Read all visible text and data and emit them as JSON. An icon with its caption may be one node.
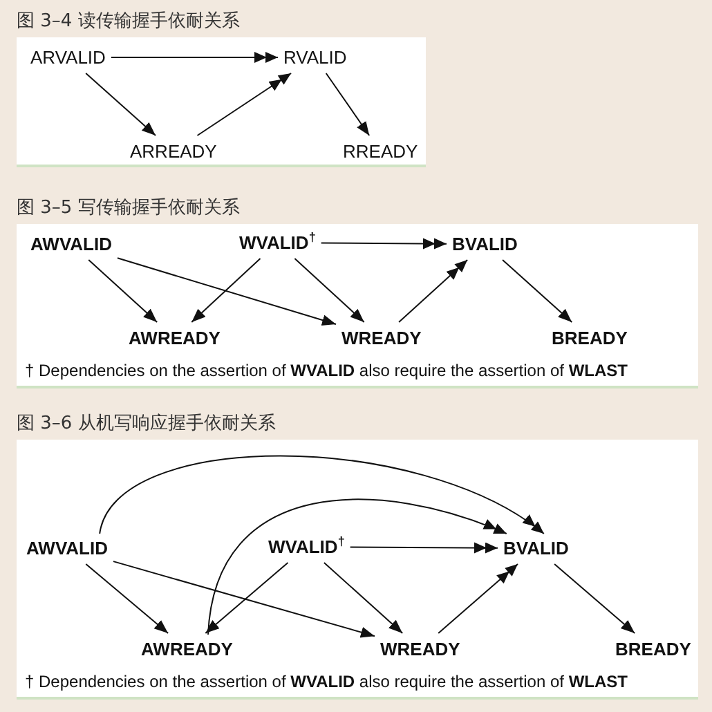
{
  "diagram": {
    "nodes": [
      {
        "text": [
          "图 3–4 读传输握手依耐关系"
        ]
      },
      {
        "text": [
          "ARVALID"
        ],
        "in": 0
      },
      {
        "text": [
          "RVALID"
        ],
        "in": 0
      },
      {
        "text": [
          "ARREADY"
        ],
        "in": 0
      },
      {
        "text": [
          "RREADY"
        ],
        "in": 0
      },
      {
        "text": [
          "图 3–5 写传输握手依耐关系",
          "† Dependencies on the assertion of **WVALID** also require the assertion of **WLAST**"
        ]
      },
      {
        "text": [
          "AWVALID"
        ],
        "in": 5
      },
      {
        "text": [
          "WVALID$^{†}$"
        ],
        "in": 5
      },
      {
        "text": [
          "BVALID"
        ],
        "in": 5
      },
      {
        "text": [
          "AWREADY"
        ],
        "in": 5
      },
      {
        "text": [
          "WREADY"
        ],
        "in": 5
      },
      {
        "text": [
          "BREADY"
        ],
        "in": 5
      },
      {
        "text": [
          "图 3–6 从机写响应握手依耐关系",
          "† Dependencies on the assertion of **WVALID** also require the assertion of **WLAST**"
        ]
      },
      {
        "text": [
          "AWVALID"
        ],
        "in": 12
      },
      {
        "text": [
          "WVALID$^{†}$"
        ],
        "in": 12
      },
      {
        "text": [
          "BVALID"
        ],
        "in": 12
      },
      {
        "text": [
          "AWREADY"
        ],
        "in": 12
      },
      {
        "text": [
          "WREADY"
        ],
        "in": 12
      },
      {
        "text": [
          "BREADY"
        ],
        "in": 12
      }
    ],
    "edges": [
      {
        "from": 1,
        "to": 2,
        "arrow": "to"
      },
      {
        "from": 1,
        "to": 3,
        "arrow": "to"
      },
      {
        "from": 3,
        "to": 2,
        "arrow": "to"
      },
      {
        "from": 2,
        "to": 4,
        "arrow": "to"
      },
      {
        "from": 6,
        "to": 9,
        "arrow": "to"
      },
      {
        "from": 6,
        "to": 10,
        "arrow": "to"
      },
      {
        "from": 7,
        "to": 9,
        "arrow": "to"
      },
      {
        "from": 7,
        "to": 10,
        "arrow": "to"
      },
      {
        "from": 7,
        "to": 8,
        "arrow": "to"
      },
      {
        "from": 10,
        "to": 8,
        "arrow": "to"
      },
      {
        "from": 8,
        "to": 11,
        "arrow": "to"
      },
      {
        "from": 13,
        "to": 15,
        "arrow": "to"
      },
      {
        "from": 16,
        "to": 15,
        "arrow": "to"
      },
      {
        "from": 13,
        "to": 16,
        "arrow": "to"
      },
      {
        "from": 13,
        "to": 17,
        "arrow": "to"
      },
      {
        "from": 14,
        "to": 16,
        "arrow": "to"
      },
      {
        "from": 14,
        "to": 17,
        "arrow": "to"
      },
      {
        "from": 14,
        "to": 15,
        "arrow": "to"
      },
      {
        "from": 17,
        "to": 15,
        "arrow": "to"
      },
      {
        "from": 15,
        "to": 18,
        "arrow": "to"
      }
    ]
  }
}
